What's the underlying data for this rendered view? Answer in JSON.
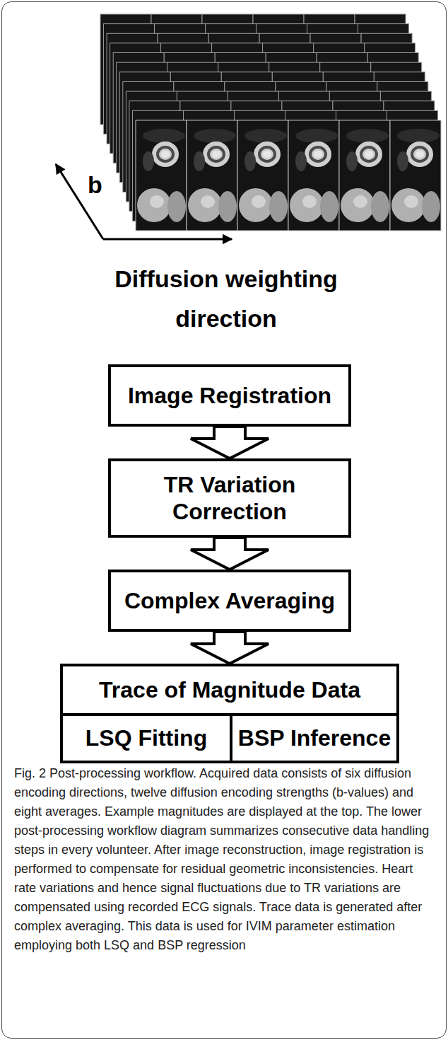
{
  "diagram": {
    "caption": "Fig. 2 Post-processing workflow. Acquired data consists of six diffusion encoding directions, twelve diffusion encoding strengths (b-values) and eight averages. Example magnitudes are displayed at the top. The lower post-processing workflow diagram summarizes consecutive data handling steps in every volunteer. After image reconstruction, image registration is performed to compensate for residual geometric inconsistencies. Heart rate variations and hence signal fluctuations due to TR variations are compensated using recorded ECG signals. Trace data is generated after complex averaging. This data is used for IVIM parameter estimation employing both LSQ and BSP regression",
    "nodes": [
      {
        "text": [
          "Image Registration"
        ]
      },
      {
        "text": [
          "TR Variation Correction"
        ]
      },
      {
        "text": [
          "Complex Averaging"
        ]
      },
      {
        "text": [
          "Trace of Magnitude Data"
        ]
      },
      {
        "text": [
          "LSQ Fitting"
        ],
        "in": 3
      },
      {
        "text": [
          "BSP Inference"
        ],
        "in": 3
      }
    ],
    "edges": [
      {
        "from": 0,
        "to": 1,
        "arrow": "to"
      },
      {
        "from": 1,
        "to": 2,
        "arrow": "to"
      },
      {
        "from": 2,
        "to": 3,
        "arrow": "to"
      }
    ],
    "labels": [
      "b",
      "Diffusion weighting direction"
    ]
  }
}
